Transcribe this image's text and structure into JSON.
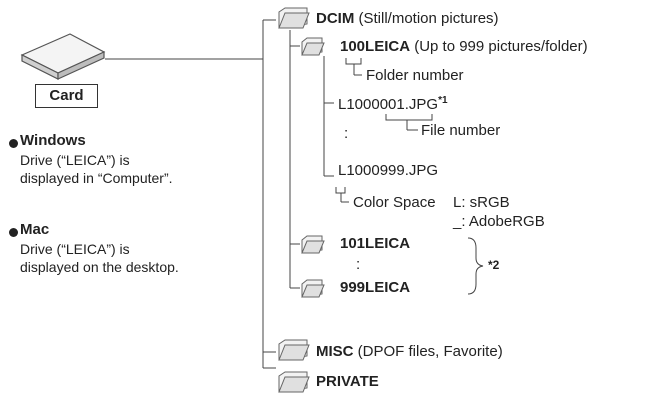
{
  "card": {
    "label": "Card"
  },
  "windows": {
    "title": "Windows",
    "line1": "Drive (“LEICA”) is",
    "line2": "displayed in “Computer”."
  },
  "mac": {
    "title": "Mac",
    "line1": "Drive (“LEICA”) is",
    "line2": "displayed on the desktop."
  },
  "tree": {
    "dcim": {
      "name": "DCIM",
      "desc": " (Still/motion pictures)"
    },
    "f100": {
      "name": "100LEICA",
      "desc": " (Up to 999 pictures/folder)"
    },
    "folder_number": "Folder number",
    "file1": {
      "name": "L1000001.JPG",
      "mark": "*1"
    },
    "colon1": ":",
    "file_number": "File number",
    "file999": "L1000999.JPG",
    "color_space": "Color Space",
    "cs_l": "L:  sRGB",
    "cs_u": "_:  AdobeRGB",
    "f101": "101LEICA",
    "colon2": ":",
    "f999": "999LEICA",
    "mark2": "*2",
    "misc": {
      "name": "MISC",
      "desc": " (DPOF files, Favorite)"
    },
    "private": {
      "name": "PRIVATE"
    }
  },
  "colors": {
    "line": "#444444",
    "folder_fill": "#e6e6e6",
    "folder_stroke": "#666666"
  }
}
